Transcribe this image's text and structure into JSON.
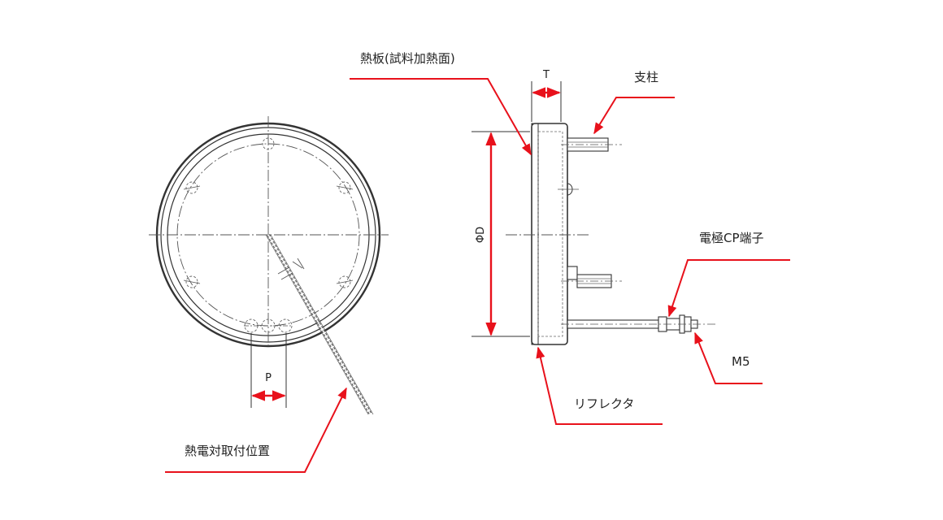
{
  "labels": {
    "heat_plate": "熱板(試料加熱面)",
    "support_post": "支柱",
    "electrode_terminal": "電極CP端子",
    "thread_size": "M5",
    "reflector": "リフレクタ",
    "thermocouple_position": "熱電対取付位置",
    "dim_thickness": "T",
    "dim_diameter": "ΦD",
    "dim_pitch": "P"
  },
  "colors": {
    "callout": "#e8111b",
    "outline": "#333333",
    "hidden": "#666666",
    "center": "#555555"
  }
}
